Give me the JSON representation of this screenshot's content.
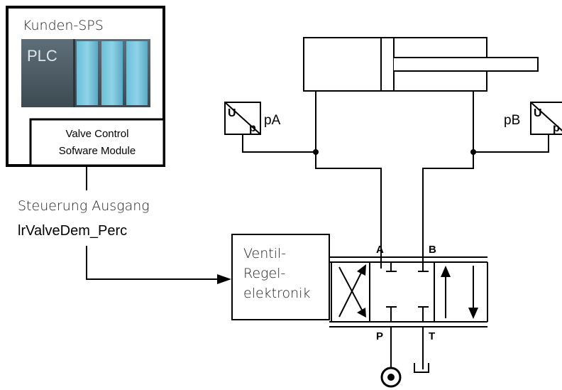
{
  "plc": {
    "title": "Kunden-SPS",
    "plc_label": "PLC",
    "module_line1": "Valve Control",
    "module_line2": "Sofware Module"
  },
  "signal": {
    "label": "Steuerung Ausgang",
    "variable": "lrValveDem_Perc"
  },
  "electronics": {
    "line1": "Ventil-",
    "line2": "Regel-",
    "line3": "elektronik"
  },
  "sensors": {
    "left_label": "pA",
    "right_label": "pB",
    "symbol_u": "U",
    "symbol_p": "p"
  },
  "valve_ports": {
    "a": "A",
    "b": "B",
    "p": "P",
    "t": "T"
  },
  "colors": {
    "line": "#000000",
    "plc_dark": "#4f5f69",
    "plc_light": "#77c6de"
  }
}
